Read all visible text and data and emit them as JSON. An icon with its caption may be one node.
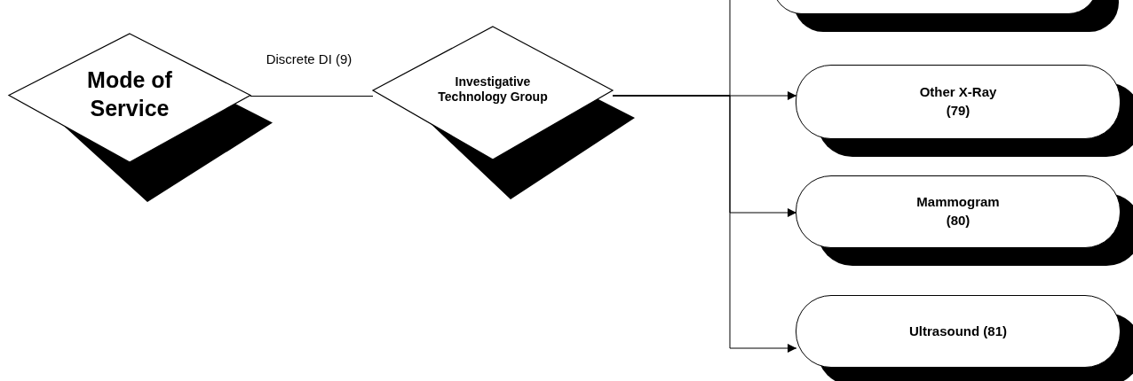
{
  "diagram": {
    "nodes": [
      {
        "text": [
          "Mode of Service"
        ]
      },
      {
        "text": [
          "Investigative Technology Group"
        ]
      },
      {
        "text": [],
        "shape": "box"
      },
      {
        "text": [
          "Other X-Ray (79)"
        ]
      },
      {
        "text": [
          "Mammogram (80)"
        ]
      },
      {
        "text": [
          "Ultrasound (81)"
        ]
      }
    ],
    "edges": [
      {
        "from": 0,
        "to": 1,
        "arrow": "none",
        "label": "Discrete DI (9)"
      },
      {
        "from": 1,
        "to": 3,
        "arrow": "to"
      },
      {
        "from": 1,
        "to": 4,
        "arrow": "to"
      },
      {
        "from": 1,
        "to": 5,
        "arrow": "to"
      },
      {
        "from": 1,
        "to": null,
        "arrow": "none"
      }
    ]
  }
}
